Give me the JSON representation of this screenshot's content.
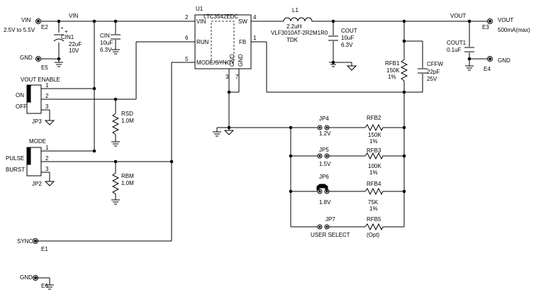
{
  "terminals": {
    "vin": {
      "net": "VIN",
      "range": "2.5V to 5.5V",
      "ref": "E2"
    },
    "gnd_in": {
      "net": "GND",
      "ref": "E5"
    },
    "vout": {
      "net": "VOUT",
      "ref": "E3",
      "rating": "500mA(max)"
    },
    "gnd_out": {
      "net": "GND",
      "ref": "E4"
    },
    "sync": {
      "net": "SYNC",
      "ref": "E1"
    },
    "gnd_extra": {
      "net": "GND",
      "ref": "E6"
    }
  },
  "nets": {
    "vin": "VIN",
    "vout": "VOUT"
  },
  "ic": {
    "ref": "U1",
    "part": "LTC3542EDC",
    "pins": [
      {
        "num": "2",
        "name": "VIN"
      },
      {
        "num": "4",
        "name": "SW"
      },
      {
        "num": "6",
        "name": "RUN"
      },
      {
        "num": "1",
        "name": "FB"
      },
      {
        "num": "5",
        "name": "MODE/SYNC"
      },
      {
        "num": "3",
        "name": "GND"
      },
      {
        "num": "7",
        "name": "GND"
      }
    ]
  },
  "inductor": {
    "ref": "L1",
    "value": "2.2uH",
    "part": "VLF3010AT-2R2M1R0",
    "mfr": "TDK"
  },
  "capacitors": {
    "cin1": {
      "mark": "*",
      "ref": "CIN1",
      "value": "22uF",
      "voltage": "10V",
      "polarity": "+"
    },
    "cin": {
      "ref": "CIN",
      "value": "10uF",
      "voltage": "6.3V"
    },
    "cout": {
      "ref": "COUT",
      "value": "10uF",
      "voltage": "6.3V"
    },
    "cout1": {
      "ref": "COUT1",
      "value": "0.1uF"
    },
    "cffw": {
      "ref": "CFFW",
      "value": "22pF",
      "voltage": "25V"
    }
  },
  "resistors": {
    "rfb1": {
      "ref": "RFB1",
      "value": "150K",
      "tol": "1%"
    },
    "rsd": {
      "ref": "RSD",
      "value": "1.0M"
    },
    "rbm": {
      "ref": "RBM",
      "value": "1.0M"
    },
    "rfb2": {
      "ref": "RFB2",
      "value": "150K",
      "tol": "1%"
    },
    "rfb3": {
      "ref": "RFB3",
      "value": "100K",
      "tol": "1%"
    },
    "rfb4": {
      "ref": "RFB4",
      "value": "75K",
      "tol": "1%"
    },
    "rfb5": {
      "ref": "RFB5",
      "value": "(Opt)"
    }
  },
  "jumpers": {
    "jp3": {
      "ref": "JP3",
      "title": "VOUT ENABLE",
      "opt1": "ON",
      "opt2": "OFF",
      "pins": [
        "1",
        "2",
        "3"
      ]
    },
    "jp2": {
      "ref": "JP2",
      "title": "MODE",
      "opt1": "PULSE",
      "opt2": "BURST",
      "pins": [
        "1",
        "2",
        "3"
      ]
    },
    "jp4": {
      "ref": "JP4",
      "label": "1.2V"
    },
    "jp5": {
      "ref": "JP5",
      "label": "1.5V"
    },
    "jp6": {
      "ref": "JP6",
      "label": "1.8V"
    },
    "jp7": {
      "ref": "JP7",
      "label": "USER SELECT"
    }
  }
}
